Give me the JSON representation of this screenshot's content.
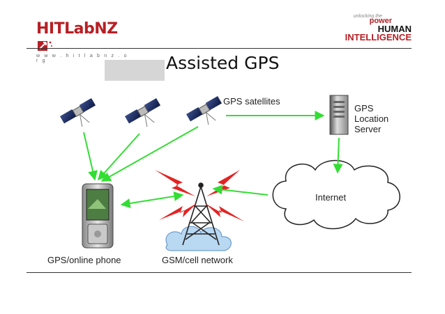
{
  "header": {
    "logo_left_text_a": "HITLab",
    "logo_left_text_b": "NZ",
    "logo_left_url": "w w w . h i t l a b n z . o r g",
    "brand_line1": "unlocking the",
    "brand_line2": "power",
    "brand_line3": "HUMAN",
    "brand_line4": "INTELLIGENCE"
  },
  "slide": {
    "title": "Assisted GPS"
  },
  "diagram": {
    "labels": {
      "satellites": "GPS satellites",
      "server_line1": "GPS",
      "server_line2": "Location",
      "server_line3": "Server",
      "internet": "Internet",
      "phone": "GPS/online phone",
      "network": "GSM/cell network"
    },
    "colors": {
      "arrow": "#33dd33",
      "signal": "#e32424",
      "cloud": "#ffffff",
      "cloud_stroke": "#222222",
      "brand_red": "#b71f24"
    }
  }
}
